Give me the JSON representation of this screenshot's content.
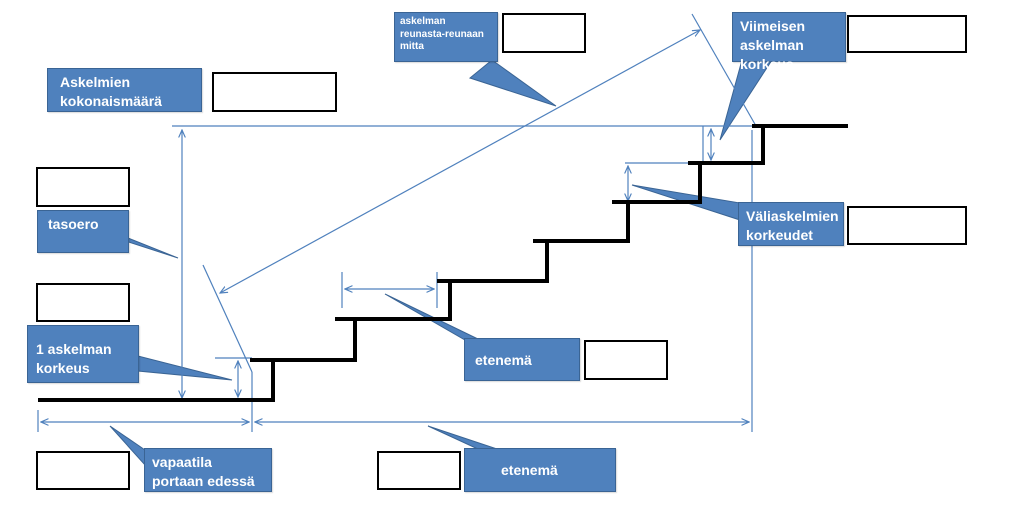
{
  "labels": {
    "askelmien_kokonaismaara": "Askelmien kokonaismäärä",
    "reunasta_reunaan": "askelman reunasta-reunaan mitta",
    "viimeisen_askelman_korkeus": "Viimeisen askelman korkeus",
    "tasoero": "tasoero",
    "valiaskelmien_korkeudet": "Väliaskelmien korkeudet",
    "yhden_askelman_korkeus": "1 askelman korkeus",
    "etenema_askel": "etenemä",
    "vapaatila": "vapaatila portaan edessä",
    "etenema_kokonais": "etenemä"
  },
  "colors": {
    "callout_fill": "#4f81bd",
    "callout_text": "#ffffff",
    "dimension_line": "#4f81bd",
    "stair_line": "#000000"
  }
}
